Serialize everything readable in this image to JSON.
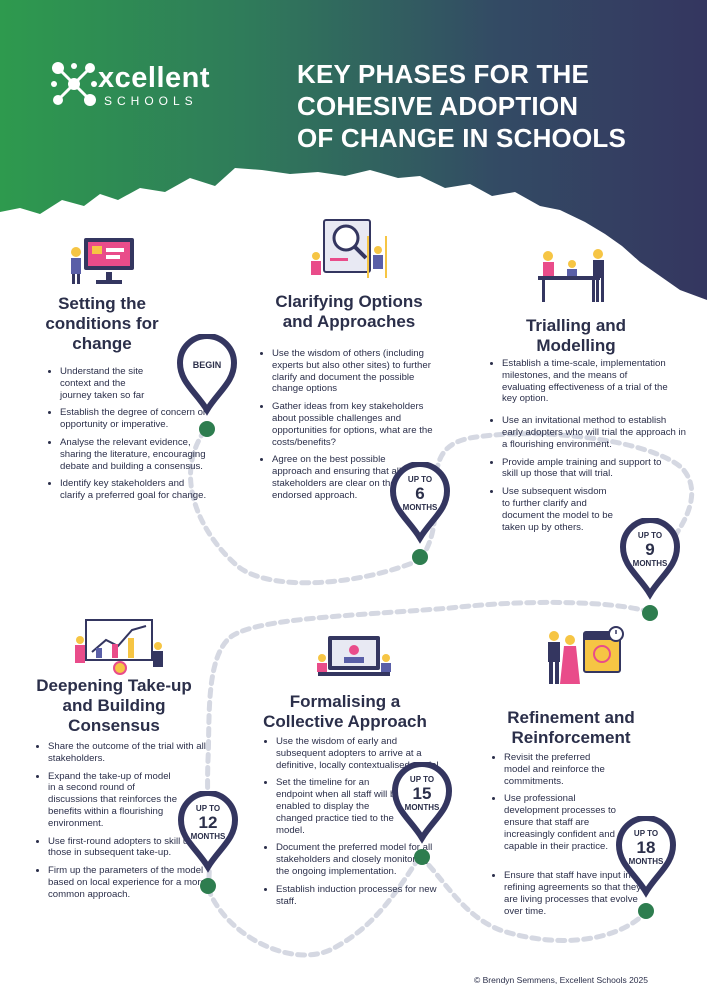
{
  "brand": {
    "word": "xcellent",
    "sub": "SCHOOLS"
  },
  "title": [
    "KEY PHASES FOR THE",
    "COHESIVE ADOPTION",
    "OF CHANGE IN SCHOOLS"
  ],
  "phases": [
    {
      "title": [
        "Setting the",
        "conditions for",
        "change"
      ],
      "points": [
        "Understand the site context and the journey taken so far",
        "Establish the degree of concern or opportunity or imperative.",
        "Analyse the relevant evidence, sharing the literature, encouraging debate and building a consensus.",
        "Identify key stakeholders and clarify a preferred goal for change."
      ],
      "marker": {
        "line1": "BEGIN",
        "num": "",
        "line2": ""
      }
    },
    {
      "title": [
        "Clarifying Options",
        "and Approaches"
      ],
      "points": [
        "Use the wisdom of others (including experts but also other sites) to further clarify and document the possible change options",
        "Gather ideas from key stakeholders about possible challenges and opportunities for options, what are the costs/benefits?",
        "Agree on the best possible approach and ensuring that all stakeholders are clear on the endorsed approach."
      ],
      "marker": {
        "line1": "UP TO",
        "num": "6",
        "line2": "MONTHS"
      }
    },
    {
      "title": [
        "Trialling and",
        "Modelling"
      ],
      "points": [
        "Establish a time-scale, implementation milestones, and the means of evaluating effectiveness of a trial of the key option.",
        "Use an invitational method to establish early adopters who will trial the approach in a flourishing environment.",
        "Provide ample training and support to skill up those that will trial.",
        "Use subsequent wisdom to further clarify and document the model to be taken up by others."
      ],
      "marker": {
        "line1": "UP TO",
        "num": "9",
        "line2": "MONTHS"
      }
    },
    {
      "title": [
        "Deepening Take-up",
        "and Building",
        "Consensus"
      ],
      "points": [
        "Share the outcome of the trial with all stakeholders.",
        "Expand the take-up of model in a second round of discussions that reinforces the benefits within a flourishing environment.",
        "Use first-round adopters to skill up those in subsequent take-up.",
        "Firm up the parameters of the model based on local experience for a more common approach."
      ],
      "marker": {
        "line1": "UP TO",
        "num": "12",
        "line2": "MONTHS"
      }
    },
    {
      "title": [
        "Formalising a",
        "Collective Approach"
      ],
      "points": [
        "Use the wisdom of early and subsequent adopters to arrive at a definitive, locally contextualised model.",
        "Set the timeline for an endpoint when all staff will be enabled to display the changed practice tied to the model.",
        "Document the preferred model for all stakeholders and closely monitoring the ongoing implementation.",
        "Establish induction processes for new staff."
      ],
      "marker": {
        "line1": "UP TO",
        "num": "15",
        "line2": "MONTHS"
      }
    },
    {
      "title": [
        "Refinement and",
        "Reinforcement"
      ],
      "points": [
        "Revisit the preferred model and reinforce the commitments.",
        "Use professional development processes to ensure that staff are increasingly confident and capable in their practice.",
        "Ensure that staff have input into refining agreements so that they are living processes that evolve over time."
      ],
      "marker": {
        "line1": "UP TO",
        "num": "18",
        "line2": "MONTHS"
      }
    }
  ],
  "footer": "© Brendyn Semmens, Excellent Schools 2025",
  "colors": {
    "navy": "#343660",
    "green": "#2e9a4e",
    "dot": "#2e7d4f",
    "path_dash": "#d5d8e2"
  }
}
